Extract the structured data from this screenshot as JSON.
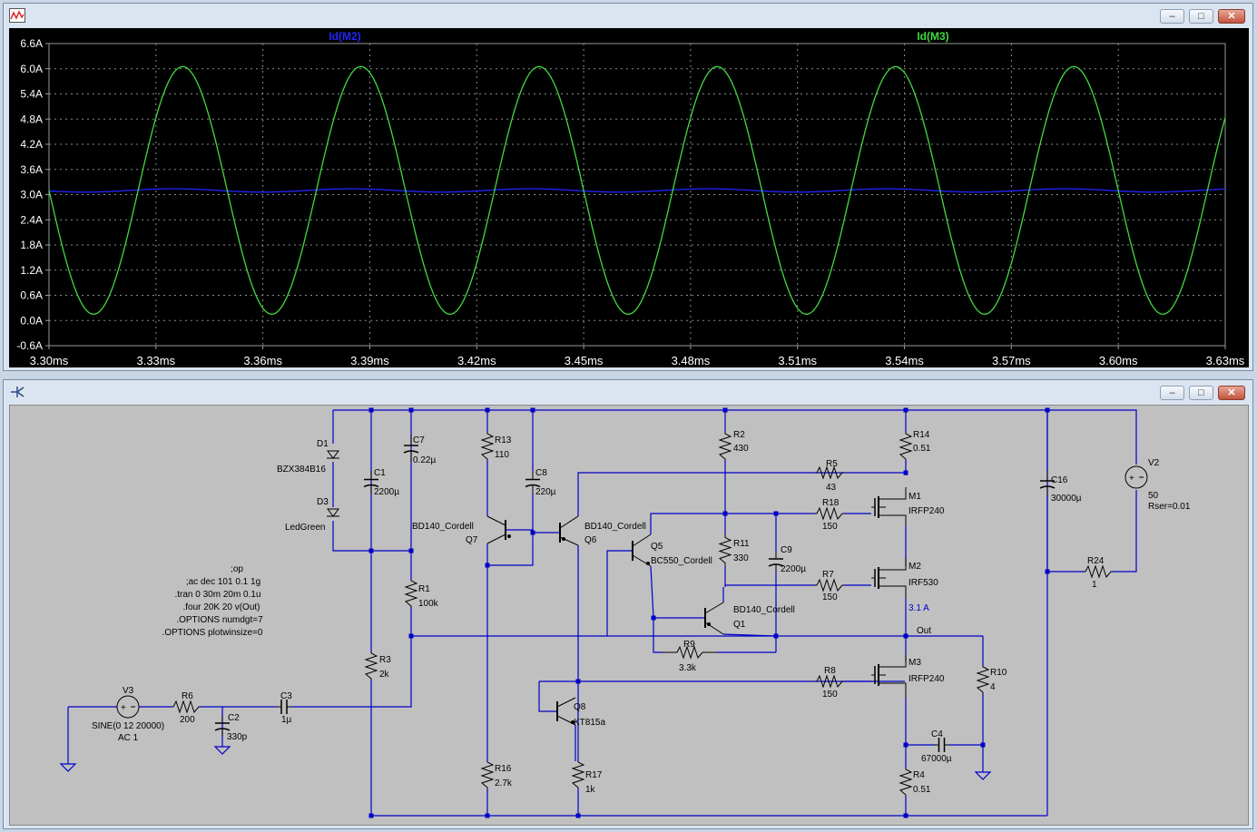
{
  "plot_window": {
    "controls": {
      "minimize": "–",
      "maximize": "□",
      "close": "✕"
    },
    "icon": "waveform-icon"
  },
  "chart_data": {
    "type": "line",
    "x_ticks": [
      "3.30ms",
      "3.33ms",
      "3.36ms",
      "3.39ms",
      "3.42ms",
      "3.45ms",
      "3.48ms",
      "3.51ms",
      "3.54ms",
      "3.57ms",
      "3.60ms",
      "3.63ms"
    ],
    "y_ticks": [
      "6.6A",
      "6.0A",
      "5.4A",
      "4.8A",
      "4.2A",
      "3.6A",
      "3.0A",
      "2.4A",
      "1.8A",
      "1.2A",
      "0.6A",
      "0.0A",
      "-0.6A"
    ],
    "xlim": [
      3.3,
      3.63
    ],
    "ylim": [
      -0.6,
      6.6
    ],
    "x_unit": "ms",
    "grid": true,
    "background": "#000000",
    "series": [
      {
        "name": "Id(M2)",
        "color": "#2424ff",
        "offset": 3.1,
        "amplitude": 0.04,
        "frequency_khz": 20,
        "peak_at_ms": 3.335
      },
      {
        "name": "Id(M3)",
        "color": "#41d941",
        "offset": 3.1,
        "amplitude": 2.95,
        "frequency_khz": 20,
        "peak_at_ms": 3.3375
      }
    ]
  },
  "schematic_window": {
    "controls": {
      "minimize": "–",
      "maximize": "□",
      "close": "✕"
    },
    "icon": "schematic-icon",
    "wire_color": "#0000c8",
    "components": {
      "D1": "D1",
      "D1_model": "BZX384B16",
      "D3": "D3",
      "D3_model": "LedGreen",
      "C1": "C1",
      "C1_value": "2200µ",
      "C7": "C7",
      "C7_value": "0.22µ",
      "R13": "R13",
      "R13_value": "110",
      "C8": "C8",
      "C8_value": "220µ",
      "R2": "R2",
      "R2_value": "430",
      "R14": "R14",
      "R14_value": "0.51",
      "R5": "R5",
      "R5_value": "43",
      "M1": "M1",
      "M1_model": "IRFP240",
      "R18": "R18",
      "R18_value": "150",
      "C16": "C16",
      "C16_value": "30000µ",
      "V2": "V2",
      "V2_value": "50",
      "V2_rser": "Rser=0.01",
      "Q7_model": "BD140_Cordell",
      "Q7": "Q7",
      "Q6_model": "BD140_Cordell",
      "Q6": "Q6",
      "Q5": "Q5",
      "Q5_model": "BC550_Cordell",
      "R11": "R11",
      "R11_value": "330",
      "C9": "C9",
      "C9_value": "2200µ",
      "R7": "R7",
      "R7_value": "150",
      "M2": "M2",
      "M2_model": "IRF530",
      "R24": "R24",
      "R24_value": "1",
      "R1": "R1",
      "R1_value": "100k",
      "Q1_model": "BD140_Cordell",
      "Q1": "Q1",
      "current_label": "3.1 A",
      "out_label": "Out",
      "R9": "R9",
      "R9_value": "3.3k",
      "R3": "R3",
      "R3_value": "2k",
      "R8": "R8",
      "R8_value": "150",
      "M3": "M3",
      "M3_model": "IRFP240",
      "R10": "R10",
      "R10_value": "4",
      "V3": "V3",
      "V3_value": "SINE(0 12 20000)",
      "V3_ac": "AC 1",
      "R6": "R6",
      "R6_value": "200",
      "C2": "C2",
      "C2_value": "330p",
      "C3": "C3",
      "C3_value": "1µ",
      "Q8": "Q8",
      "Q8_model": "KT815a",
      "C4": "C4",
      "C4_value": "67000µ",
      "R16": "R16",
      "R16_value": "2.7k",
      "R17": "R17",
      "R17_value": "1k",
      "R4": "R4",
      "R4_value": "0.51"
    },
    "directives": [
      ";op",
      ";ac dec 101 0.1 1g",
      ".tran 0 30m 20m 0.1u",
      ".four 20K 20 v(Out)",
      ".OPTIONS numdgt=7",
      ".OPTIONS plotwinsize=0"
    ]
  }
}
